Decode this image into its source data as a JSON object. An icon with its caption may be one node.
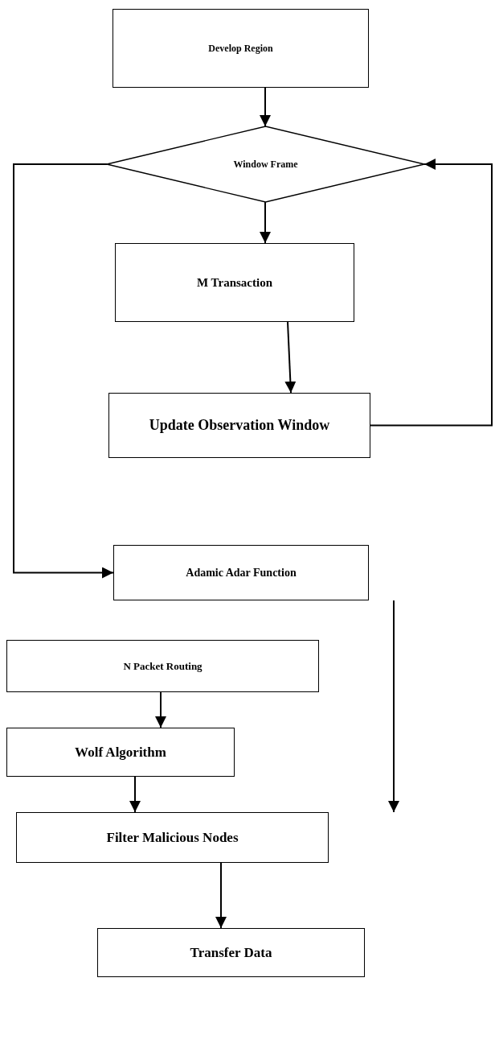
{
  "diagram": {
    "nodes": [
      {
        "text": [
          "Develop Region"
        ]
      },
      {
        "text": [
          "Window Frame"
        ]
      },
      {
        "text": [
          "M Transaction"
        ]
      },
      {
        "text": [
          "Update Observation Window"
        ]
      },
      {
        "text": [
          "Adamic Adar Function"
        ]
      },
      {
        "text": [
          "N Packet Routing"
        ]
      },
      {
        "text": [
          "Wolf Algorithm"
        ]
      },
      {
        "text": [
          "Filter Malicious Nodes"
        ]
      },
      {
        "text": [
          "Transfer Data"
        ]
      }
    ],
    "edges": [
      {
        "from": 0,
        "to": 1,
        "arrow": "to"
      },
      {
        "from": 1,
        "to": 2,
        "arrow": "to"
      },
      {
        "from": 2,
        "to": 3,
        "arrow": "to"
      },
      {
        "from": 3,
        "to": 1,
        "arrow": "to"
      },
      {
        "from": 1,
        "to": 4,
        "arrow": "to"
      },
      {
        "from": 4,
        "to": 7,
        "arrow": "to"
      },
      {
        "from": 5,
        "to": 6,
        "arrow": "to"
      },
      {
        "from": 6,
        "to": 7,
        "arrow": "to"
      },
      {
        "from": 7,
        "to": 8,
        "arrow": "to"
      }
    ]
  }
}
